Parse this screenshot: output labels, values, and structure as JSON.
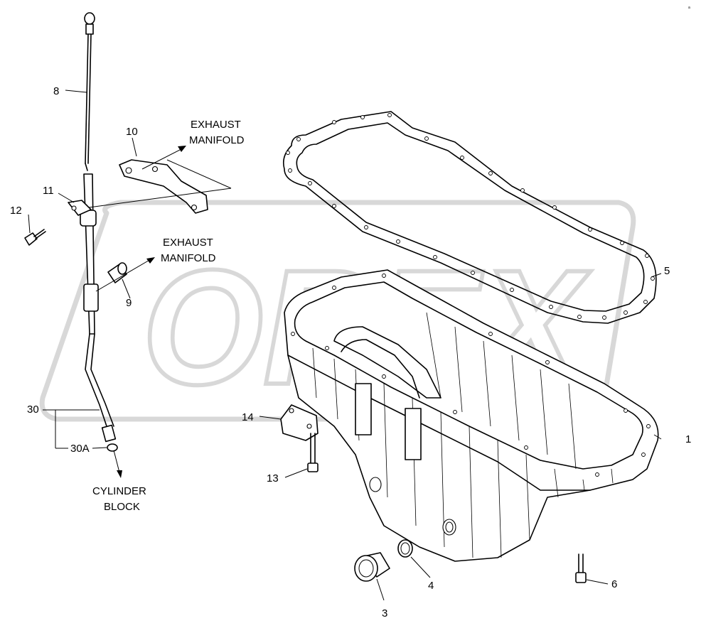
{
  "diagram": {
    "callouts": {
      "c1": "1",
      "c3": "3",
      "c4": "4",
      "c5": "5",
      "c6": "6",
      "c8": "8",
      "c9": "9",
      "c10": "10",
      "c11": "11",
      "c12": "12",
      "c13": "13",
      "c14": "14",
      "c30": "30",
      "c30a": "30A"
    },
    "notes": {
      "exhaust1_line1": "EXHAUST",
      "exhaust1_line2": "MANIFOLD",
      "exhaust2_line1": "EXHAUST",
      "exhaust2_line2": "MANIFOLD",
      "cylinder_line1": "CYLINDER",
      "cylinder_line2": "BLOCK"
    },
    "watermark": "OREX",
    "corner_mark": "a"
  }
}
